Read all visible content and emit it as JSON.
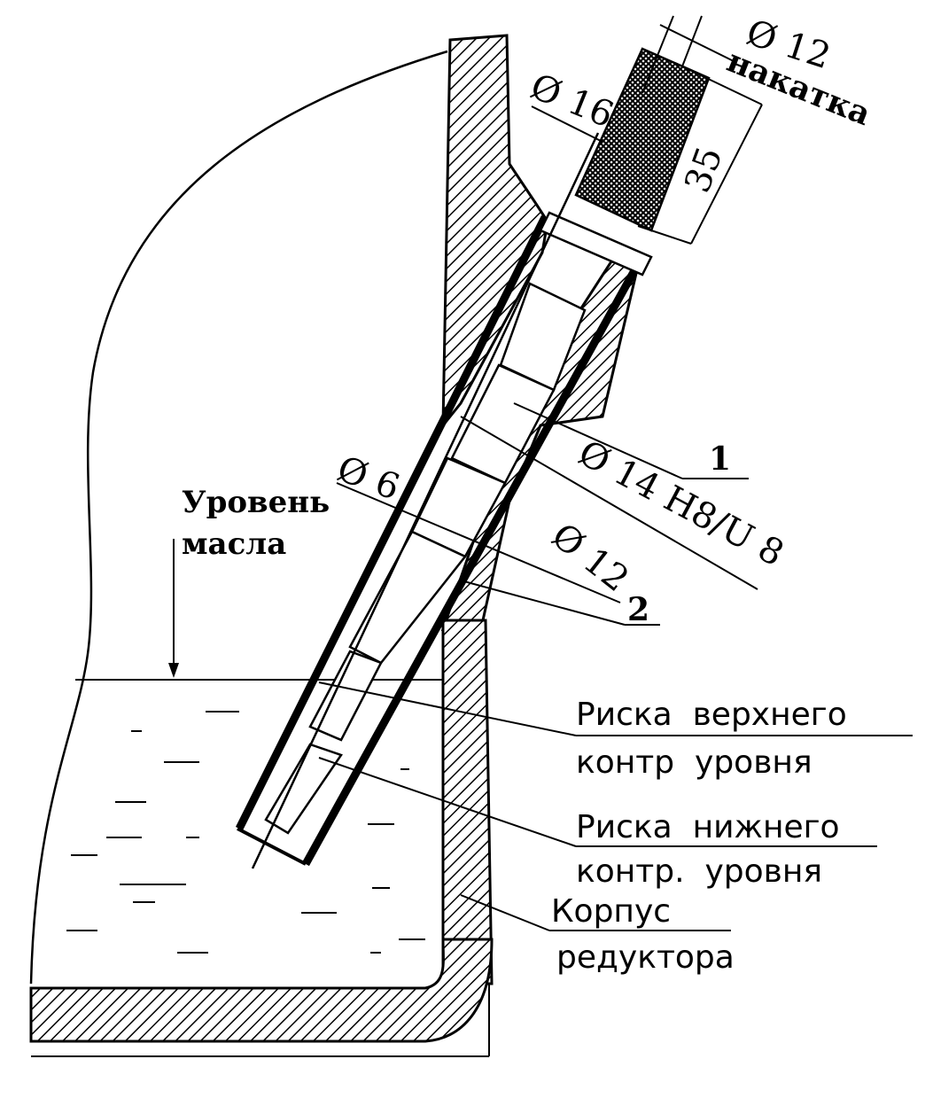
{
  "labels": {
    "dia_12_top": "Ø 12",
    "knurl": "накатка",
    "dia_16": "Ø 16",
    "length_35": "35",
    "part_1": "1",
    "dia_14_fit": "Ø 14 H8/U 8",
    "dia_6": "Ø 6",
    "dia_12_lower": "Ø 12",
    "part_2": "2",
    "oil_level_line1": "Уровень",
    "oil_level_line2": "масла",
    "upper_mark_line1": "Риска  верхнего",
    "upper_mark_line2": "контр  уровня",
    "lower_mark_line1": "Риска  нижнего",
    "lower_mark_line2": "контр.  уровня",
    "housing_line1": "Корпус",
    "housing_line2": "редуктора"
  },
  "colors": {
    "ink": "#000000",
    "paper": "#ffffff"
  }
}
